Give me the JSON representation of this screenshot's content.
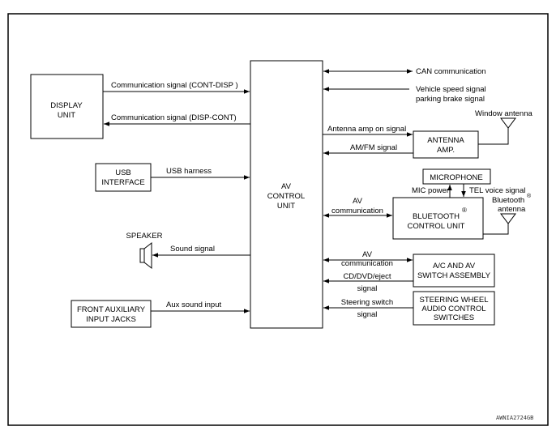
{
  "colors": {
    "line": "#000000",
    "background": "#ffffff"
  },
  "units": {
    "av_unit": [
      "AV",
      "CONTROL",
      "UNIT"
    ],
    "display_unit": [
      "DISPLAY",
      "UNIT"
    ],
    "usb_interface": [
      "USB",
      "INTERFACE"
    ],
    "speaker": "SPEAKER",
    "front_aux": [
      "FRONT AUXILIARY",
      "INPUT JACKS"
    ],
    "antenna_amp": [
      "ANTENNA",
      "AMP."
    ],
    "microphone": "MICROPHONE",
    "bluetooth_unit": [
      "BLUETOOTH",
      "CONTROL UNIT"
    ],
    "registered_mark": "®",
    "ac_av_switch": [
      "A/C AND AV",
      "SWITCH ASSEMBLY"
    ],
    "steering_switches": [
      "STEERING WHEEL",
      "AUDIO CONTROL",
      "SWITCHES"
    ]
  },
  "signals": {
    "cont_disp": "Communication signal (CONT-DISP )",
    "disp_cont": "Communication signal (DISP-CONT)",
    "usb_harness": "USB harness",
    "sound_signal": "Sound signal",
    "aux_sound": "Aux sound input",
    "can": "CAN communication",
    "vehicle_speed": "Vehicle speed signal",
    "parking_brake": "parking brake signal",
    "antenna_amp_on": "Antenna amp on signal",
    "am_fm": "AM/FM signal",
    "av_comm_bt": [
      "AV",
      "communication"
    ],
    "mic_power": "MIC power",
    "tel_voice": "TEL voice signal",
    "av_comm_ac": [
      "AV",
      "communication"
    ],
    "cd_dvd_eject": [
      "CD/DVD/eject",
      "signal"
    ],
    "steering_switch": [
      "Steering switch",
      "signal"
    ]
  },
  "antennas": {
    "window": "Window antenna",
    "bluetooth": [
      "Bluetooth",
      "antenna"
    ]
  },
  "footer_code": "AWNIA2724GB"
}
